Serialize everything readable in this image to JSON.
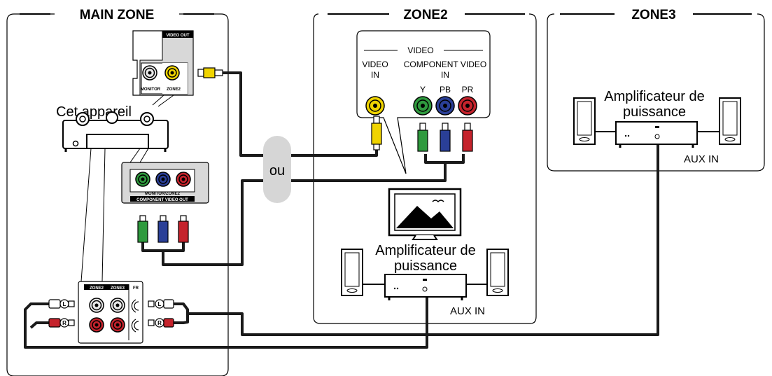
{
  "zones": {
    "main": "MAIN ZONE",
    "zone2": "ZONE2",
    "zone3": "ZONE3"
  },
  "device": {
    "label": "Cet appareil",
    "video_out": "VIDEO OUT",
    "monitor": "MONITOR",
    "zone2": "ZONE2",
    "monitor_zone2": "MONITOR/ZONE2",
    "component_video_out": "COMPONENT VIDEO OUT",
    "zone2_col": "ZONE2",
    "zone3_col": "ZONE3",
    "fr_col": "FR",
    "l": "L",
    "r": "R"
  },
  "or_label": "ou",
  "tv_inputs": {
    "video_header": "VIDEO",
    "video_in_1": "VIDEO",
    "video_in_2": "IN",
    "component_1": "COMPONENT VIDEO",
    "component_2": "IN",
    "y": "Y",
    "pb": "PB",
    "pr": "PR"
  },
  "zone2_amp": {
    "label_1": "Amplificateur de",
    "label_2": "puissance",
    "aux_in": "AUX IN"
  },
  "zone3_amp": {
    "label_1": "Amplificateur de",
    "label_2": "puissance",
    "aux_in": "AUX IN"
  },
  "colors": {
    "video_yellow": "#f0d400",
    "green": "#2f9a3e",
    "blue": "#2a3f97",
    "red": "#c5232c",
    "cable": "#1a1a1a",
    "panel_gray": "#d8d8d8",
    "or_pill": "#d6d6d6"
  }
}
